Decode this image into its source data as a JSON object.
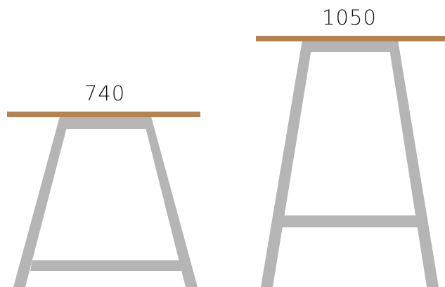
{
  "tables": [
    {
      "id": "low-table",
      "height_label": "740"
    },
    {
      "id": "high-table",
      "height_label": "1050"
    }
  ],
  "colors": {
    "tabletop": "#b58350",
    "frame": "#b5b5b5",
    "text": "#111111",
    "background": "#ffffff"
  }
}
